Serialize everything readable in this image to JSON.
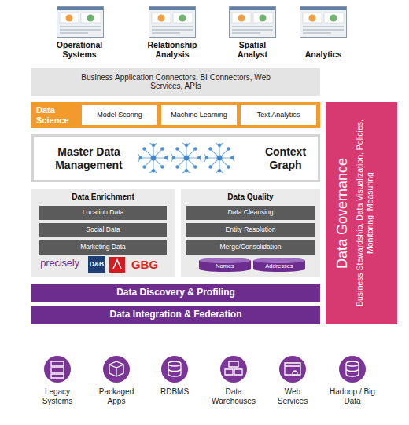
{
  "diagram": {
    "nodes": [
      {
        "text": [
          "Business Application Connectors, BI Connectors, Web Services, APIs"
        ]
      },
      {
        "text": [
          "Data Science"
        ]
      },
      {
        "text": [
          "Model Scoring"
        ],
        "in": 1
      },
      {
        "text": [
          "Machine Learning"
        ],
        "in": 1
      },
      {
        "text": [
          "Text Analytics"
        ],
        "in": 1
      },
      {
        "text": [
          "Master Data Management",
          "Context Graph"
        ]
      },
      {
        "text": [
          "Data Enrichment"
        ]
      },
      {
        "text": [
          "Location Data"
        ],
        "in": 6
      },
      {
        "text": [
          "Social Data"
        ],
        "in": 6
      },
      {
        "text": [
          "Marketing Data"
        ],
        "in": 6
      },
      {
        "text": [
          "Data Quality"
        ]
      },
      {
        "text": [
          "Data Cleansing"
        ],
        "in": 10
      },
      {
        "text": [
          "Entity Resolution"
        ],
        "in": 10
      },
      {
        "text": [
          "Merge/Consolidation"
        ],
        "in": 10
      },
      {
        "text": [
          "Names"
        ],
        "in": 10
      },
      {
        "text": [
          "Addresses"
        ],
        "in": 10
      },
      {
        "text": [
          "Data Discovery & Profiling"
        ]
      },
      {
        "text": [
          "Data Integration & Federation"
        ]
      },
      {
        "text": [
          "Data Governance",
          "Business Stewardship, Data Visualization, Policies, Monitoring, Measuring"
        ]
      }
    ],
    "labels": [
      "Operational Systems",
      "Relationship Analysis",
      "Spatial Analyst",
      "Analytics",
      "precisely",
      "D&B",
      "GBG",
      "Legacy Systems",
      "Packaged Apps",
      "RDBMS",
      "Data Warehouses",
      "Web Services",
      "Hadoop / Big Data"
    ]
  }
}
